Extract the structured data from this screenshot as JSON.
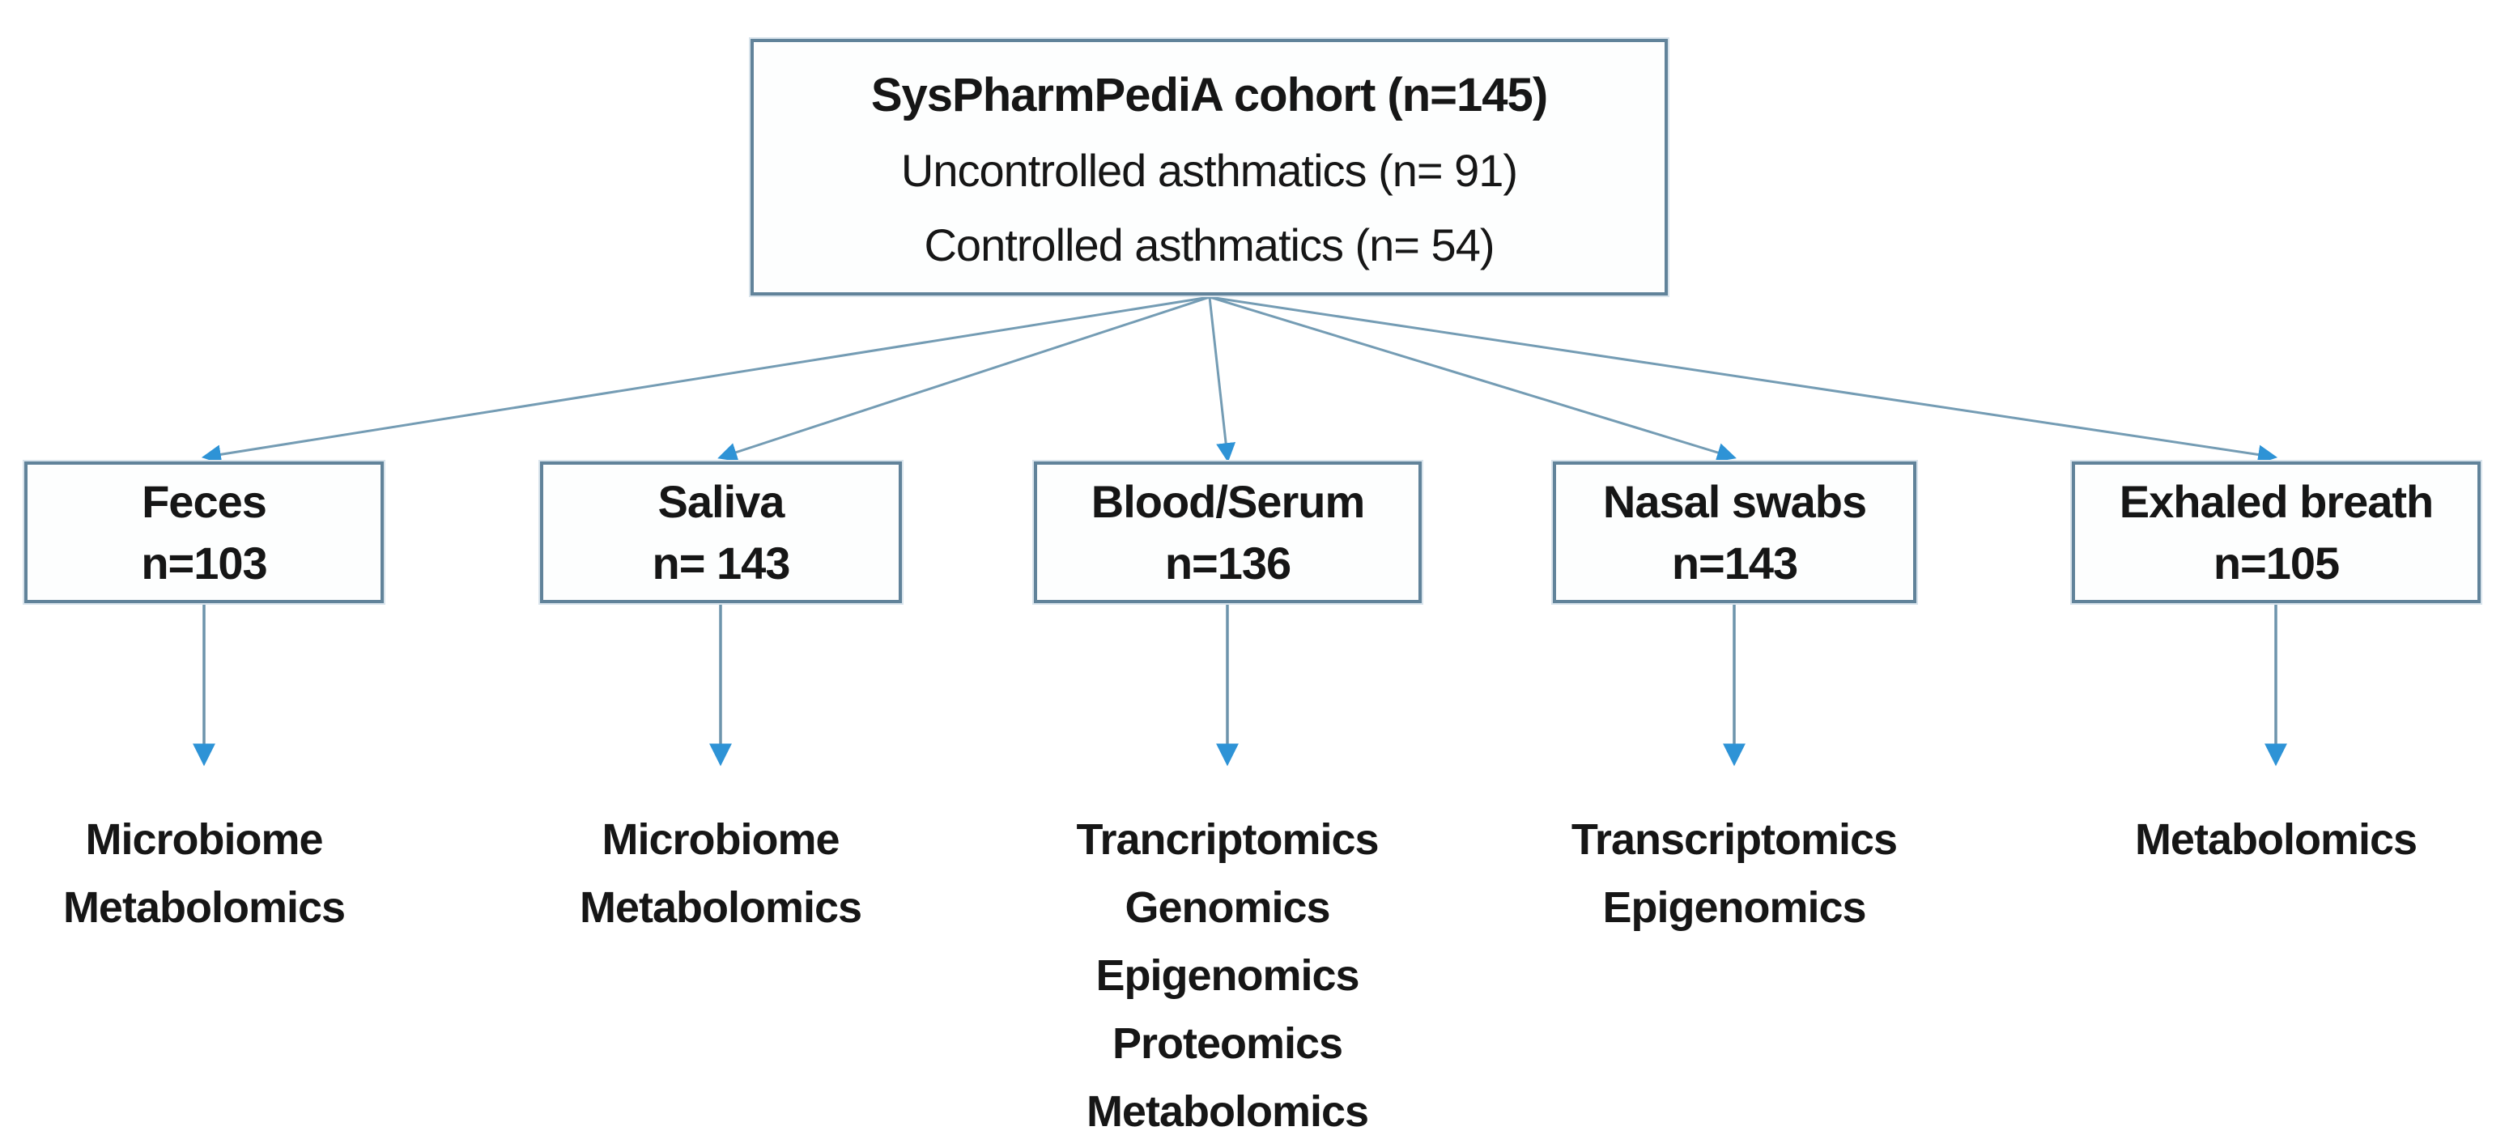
{
  "figure": {
    "root_box": {
      "title": "SysPharmPediA cohort (n=145)",
      "subtitle1": "Uncontrolled asthmatics (n= 91)",
      "subtitle2": "Controlled asthmatics (n= 54)"
    },
    "samples": [
      {
        "name": "Feces",
        "n": "n=103",
        "omics": [
          "Microbiome",
          "Metabolomics"
        ]
      },
      {
        "name": "Saliva",
        "n": "n= 143",
        "omics": [
          "Microbiome",
          "Metabolomics"
        ]
      },
      {
        "name": "Blood/Serum",
        "n": "n=136",
        "omics": [
          "Trancriptomics",
          "Genomics",
          "Epigenomics",
          "Proteomics",
          "Metabolomics"
        ]
      },
      {
        "name": "Nasal swabs",
        "n": "n=143",
        "omics": [
          "Transcriptomics",
          "Epigenomics"
        ]
      },
      {
        "name": "Exhaled breath",
        "n": "n=105",
        "omics": [
          "Metabolomics"
        ]
      }
    ],
    "colors": {
      "box_border": "#61839a",
      "connector_line": "#749cb4",
      "arrowhead": "#2e93d6",
      "text": "#161616",
      "background": "#ffffff"
    }
  }
}
